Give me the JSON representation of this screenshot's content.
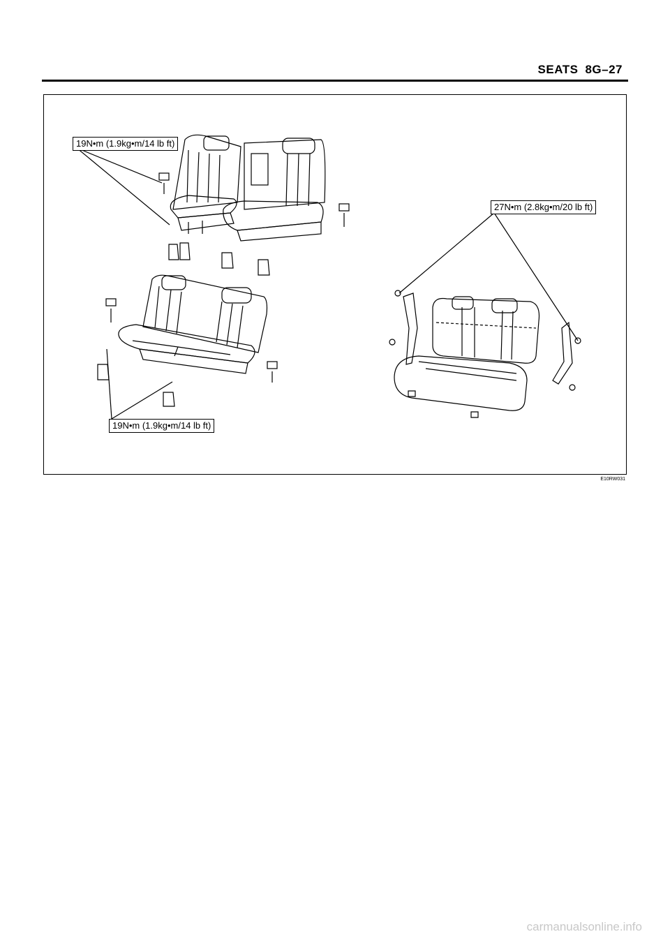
{
  "header": {
    "section": "SEATS",
    "page_code": "8G–27"
  },
  "figure": {
    "callouts": [
      {
        "id": "c1",
        "text": "19N•m (1.9kg•m/14 lb ft)"
      },
      {
        "id": "c2",
        "text": "27N•m (2.8kg•m/20 lb ft)"
      },
      {
        "id": "c3",
        "text": "19N•m (1.9kg•m/14 lb ft)"
      }
    ],
    "figure_id": "E10RW031"
  },
  "footer": {
    "watermark": "carmanualsonline.info"
  }
}
